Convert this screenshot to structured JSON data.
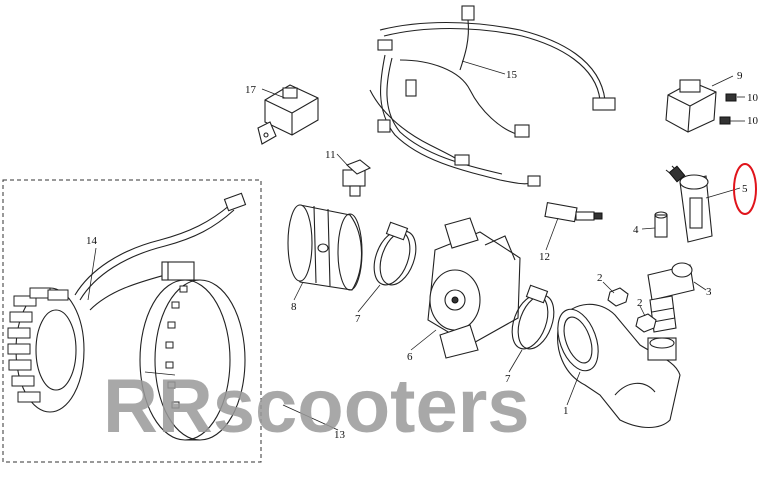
{
  "diagram": {
    "watermark": "RRscooters",
    "highlight_color": "#e0141b",
    "highlighted_part": "5",
    "parts": [
      {
        "key": "p1",
        "label": "1"
      },
      {
        "key": "p2a",
        "label": "2"
      },
      {
        "key": "p2b",
        "label": "2"
      },
      {
        "key": "p3",
        "label": "3"
      },
      {
        "key": "p4",
        "label": "4"
      },
      {
        "key": "p5",
        "label": "5"
      },
      {
        "key": "p6",
        "label": "6"
      },
      {
        "key": "p7a",
        "label": "7"
      },
      {
        "key": "p7b",
        "label": "7"
      },
      {
        "key": "p8",
        "label": "8"
      },
      {
        "key": "p9",
        "label": "9"
      },
      {
        "key": "p10a",
        "label": "10"
      },
      {
        "key": "p10b",
        "label": "10"
      },
      {
        "key": "p11",
        "label": "11"
      },
      {
        "key": "p12",
        "label": "12"
      },
      {
        "key": "p13",
        "label": "13"
      },
      {
        "key": "p14",
        "label": "14"
      },
      {
        "key": "p15",
        "label": "15"
      },
      {
        "key": "p17",
        "label": "17"
      }
    ]
  }
}
